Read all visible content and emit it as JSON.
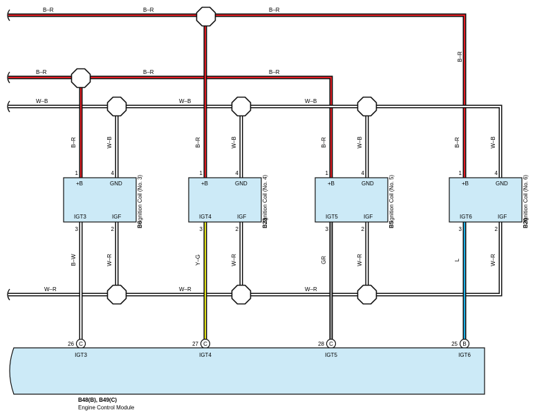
{
  "colors": {
    "B-R": "#e31e24",
    "W-B": "#ffffff",
    "W-R": "#ffffff",
    "B-W": "#ffffff",
    "Y-G": "#e8e81c",
    "GR": "#9a9a9a",
    "L": "#1fb0e6",
    "box_fill": "#cceaf7"
  },
  "bus_labels": {
    "top": [
      "B–R",
      "B–R",
      "B–R"
    ],
    "second": [
      "B–R",
      "B–R",
      "B–R"
    ],
    "wb": [
      "W–B",
      "W–B",
      "W–B"
    ],
    "wr": [
      "W–R",
      "W–R",
      "W–R"
    ]
  },
  "coils": [
    {
      "code": "B6",
      "name": "Ignition Coil (No. 3)",
      "pin_pb": "+B",
      "pin_gnd": "GND",
      "pin_igt": "IGT3",
      "pin_igf": "IGF",
      "n1": "1",
      "n4": "4",
      "n3": "3",
      "n2": "2",
      "wire_pb": "B–R",
      "wire_gnd": "W–B",
      "wire_igt": "B–W",
      "wire_igf": "W–R",
      "igt_color": "B-W"
    },
    {
      "code": "B23",
      "name": "Ignition Coil (No. 4)",
      "pin_pb": "+B",
      "pin_gnd": "GND",
      "pin_igt": "IGT4",
      "pin_igf": "IGF",
      "n1": "1",
      "n4": "4",
      "n3": "3",
      "n2": "2",
      "wire_pb": "B–R",
      "wire_gnd": "W–B",
      "wire_igt": "Y–G",
      "wire_igf": "W–R",
      "igt_color": "Y-G"
    },
    {
      "code": "B5",
      "name": "Ignition Coil (No. 5)",
      "pin_pb": "+B",
      "pin_gnd": "GND",
      "pin_igt": "IGT5",
      "pin_igf": "IGF",
      "n1": "1",
      "n4": "4",
      "n3": "3",
      "n2": "2",
      "wire_pb": "B–R",
      "wire_gnd": "W–B",
      "wire_igt": "GR",
      "wire_igf": "W–R",
      "igt_color": "GR"
    },
    {
      "code": "B20",
      "name": "Ignition Coil (No. 6)",
      "pin_pb": "+B",
      "pin_gnd": "GND",
      "pin_igt": "IGT6",
      "pin_igf": "IGF",
      "n1": "1",
      "n4": "4",
      "n3": "3",
      "n2": "2",
      "wire_pb": "B–R",
      "wire_gnd": "W–B",
      "wire_igt": "L",
      "wire_igf": "W–R",
      "igt_color": "L"
    }
  ],
  "top_branch_label": "B–R",
  "ecm": {
    "code": "B48(B), B49(C)",
    "name": "Engine Control Module",
    "pins": [
      {
        "num": "26",
        "conn": "C",
        "label": "IGT3"
      },
      {
        "num": "27",
        "conn": "C",
        "label": "IGT4"
      },
      {
        "num": "28",
        "conn": "C",
        "label": "IGT5"
      },
      {
        "num": "25",
        "conn": "B",
        "label": "IGT6"
      }
    ]
  }
}
